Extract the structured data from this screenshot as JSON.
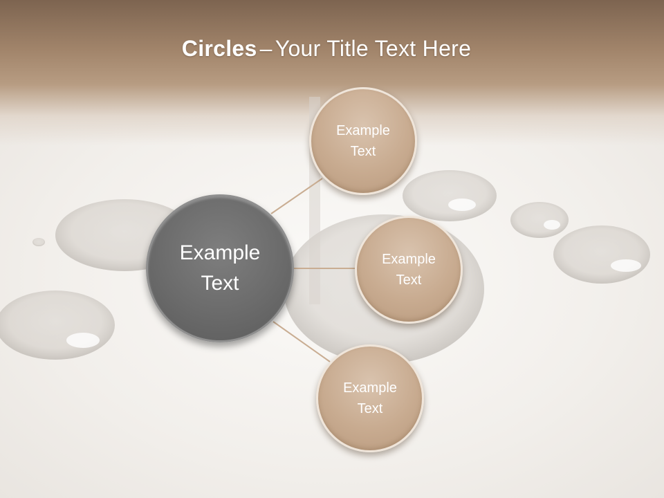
{
  "title": {
    "bold": "Circles",
    "dash": "–",
    "rest": "Your Title Text Here"
  },
  "diagram": {
    "hub": {
      "label": "Example\nText",
      "color": "#6b6b6b"
    },
    "satellites": [
      {
        "label": "Example\nText"
      },
      {
        "label": "Example\nText"
      },
      {
        "label": "Example\nText"
      }
    ],
    "satellite_color": "#c8ab90",
    "connector_color": "#c9ad92"
  },
  "colors": {
    "header_band": "#a2856b",
    "background": "#f4f2ef"
  }
}
